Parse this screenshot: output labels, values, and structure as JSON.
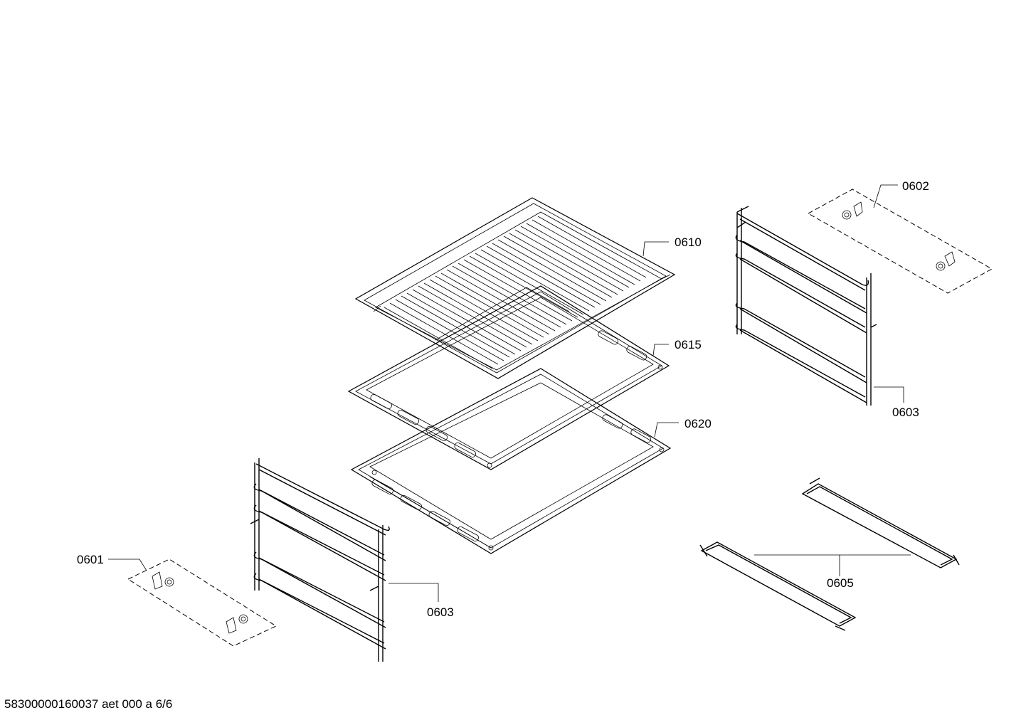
{
  "diagram": {
    "labels": {
      "p0610": "0610",
      "p0615": "0615",
      "p0620": "0620",
      "p0602": "0602",
      "p0603_right": "0603",
      "p0603_left": "0603",
      "p0601": "0601",
      "p0605": "0605"
    },
    "footer": "58300000160037 aet 000 a 6/6"
  }
}
